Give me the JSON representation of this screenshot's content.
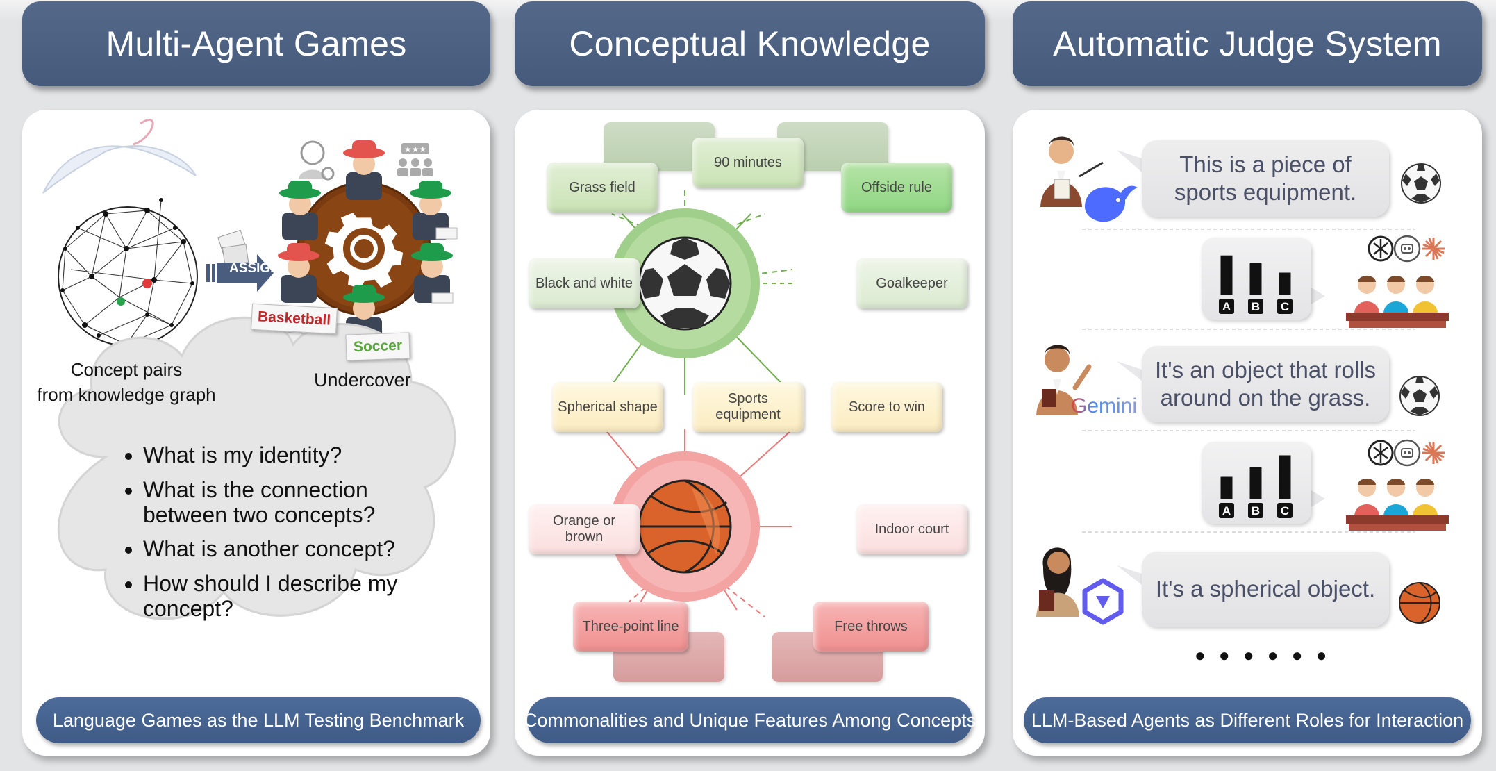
{
  "headers": {
    "left": "Multi-Agent Games",
    "middle": "Conceptual Knowledge",
    "right": "Automatic Judge System"
  },
  "left_panel": {
    "assign_label": "ASSIGN",
    "card_basketball": "Basketball",
    "card_soccer": "Soccer",
    "concept_pairs_line1": "Concept pairs",
    "concept_pairs_line2": "from knowledge graph",
    "undercover_label": "Undercover",
    "questions": [
      "What is my identity?",
      "What is the connection between two concepts?",
      "What is another concept?",
      "How should I describe my concept?"
    ],
    "footer": "Language Games as the LLM Testing Benchmark"
  },
  "middle_panel": {
    "nodes": {
      "grass_field": "Grass field",
      "ninety_minutes": "90 minutes",
      "offside_rule": "Offside rule",
      "black_and_white": "Black and white",
      "goalkeeper": "Goalkeeper",
      "spherical_shape": "Spherical shape",
      "sports_equipment": "Sports equipment",
      "score_to_win": "Score to win",
      "orange_or_brown": "Orange or brown",
      "indoor_court": "Indoor court",
      "three_point_line": "Three-point line",
      "free_throws": "Free throws"
    },
    "footer": "Commonalities and Unique Features Among Concepts"
  },
  "right_panel": {
    "statements": [
      "This is a piece of sports equipment.",
      "It's an object that rolls around on the grass.",
      "It's a spherical object."
    ],
    "brand_gemini": "Gemini",
    "vote_labels": [
      "A",
      "B",
      "C"
    ],
    "votes_round1": [
      0.9,
      0.72,
      0.5
    ],
    "votes_round2": [
      0.5,
      0.72,
      1.0
    ],
    "ellipsis": "● ● ● ● ● ●",
    "footer": "LLM-Based Agents as Different Roles for Interaction"
  },
  "colors": {
    "header": "#4b5f81",
    "footer_pill": "#46628f",
    "green_ball_ring": "#9fcf8a",
    "red_ball_ring": "#f4a3a3",
    "green_edge": "#6fae4c",
    "red_edge": "#e97a7a"
  }
}
